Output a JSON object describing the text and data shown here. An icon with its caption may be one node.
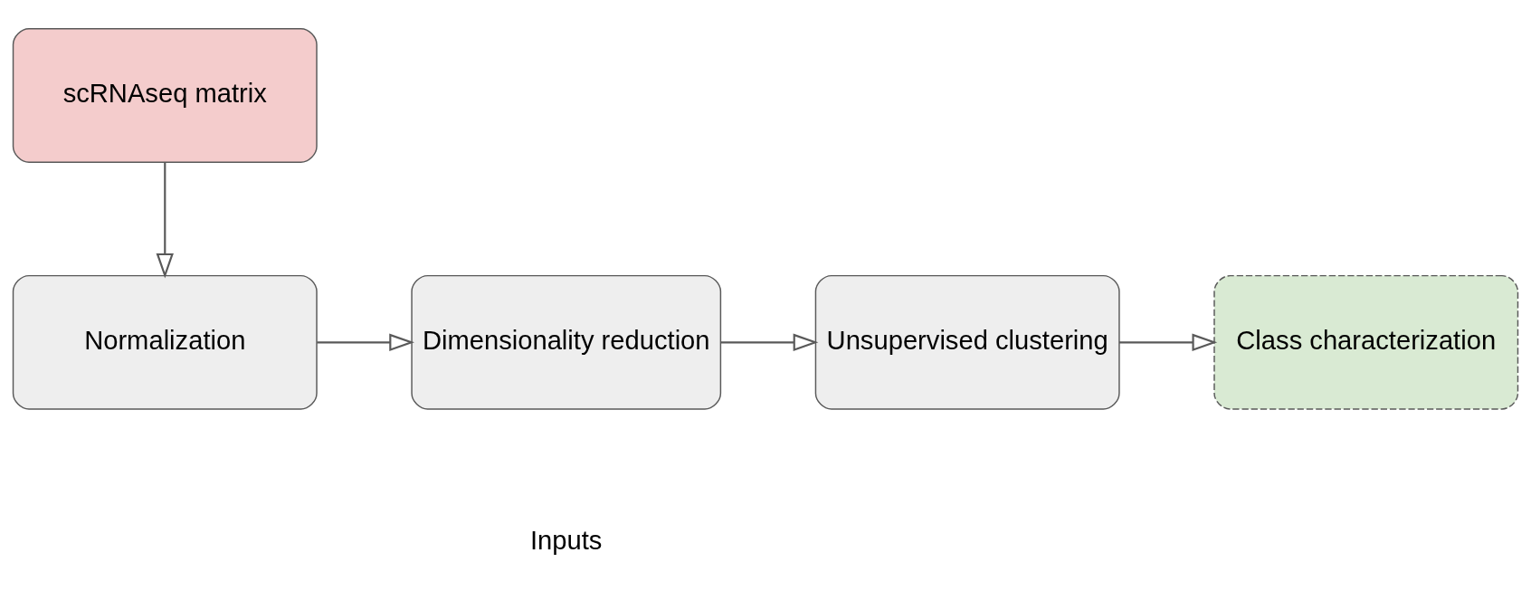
{
  "diagram": {
    "nodes": [
      {
        "text": [
          "scRNAseq matrix"
        ]
      },
      {
        "text": [
          "Normalization"
        ]
      },
      {
        "text": [
          "Dimensionality reduction"
        ]
      },
      {
        "text": [
          "Unsupervised clustering"
        ]
      },
      {
        "text": [
          "Class characterization"
        ]
      }
    ],
    "edges": [
      {
        "from": 0,
        "to": 1,
        "arrow": "to"
      },
      {
        "from": 1,
        "to": 2,
        "arrow": "to"
      },
      {
        "from": 2,
        "to": 3,
        "arrow": "to"
      },
      {
        "from": 3,
        "to": 4,
        "arrow": "to"
      }
    ],
    "labels": [
      "Inputs"
    ]
  }
}
